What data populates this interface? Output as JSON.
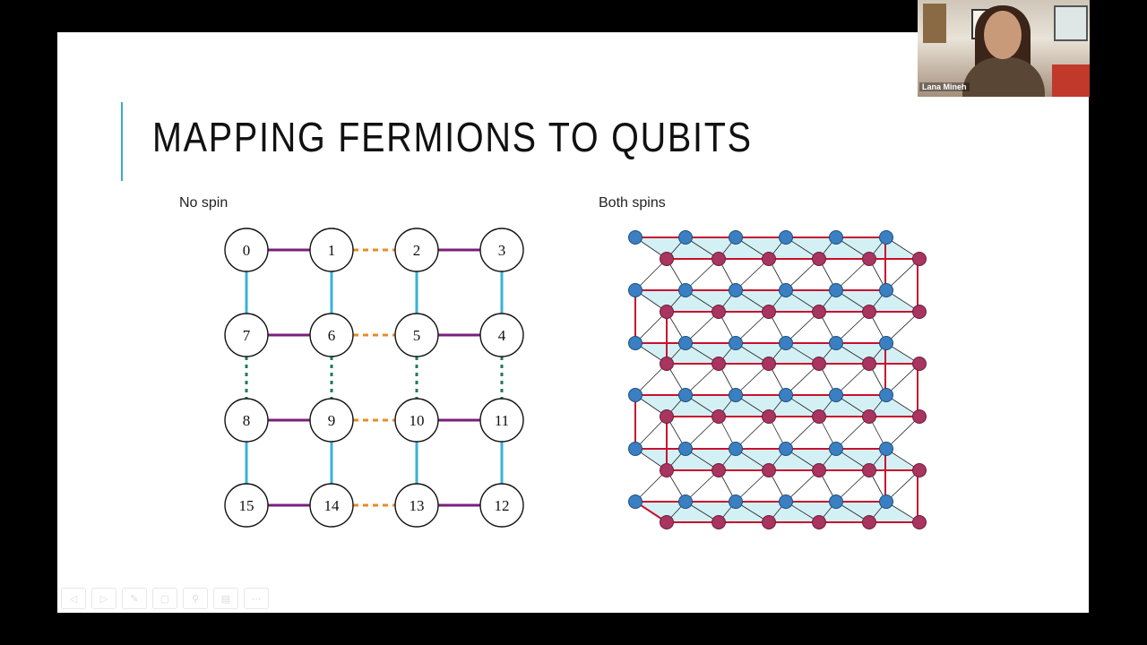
{
  "slide": {
    "title": "MAPPING FERMIONS TO QUBITS",
    "left_label": "No spin",
    "right_label": "Both spins"
  },
  "lattice": {
    "rows": [
      [
        "0",
        "1",
        "2",
        "3"
      ],
      [
        "7",
        "6",
        "5",
        "4"
      ],
      [
        "8",
        "9",
        "10",
        "11"
      ],
      [
        "15",
        "14",
        "13",
        "12"
      ]
    ],
    "colors": {
      "horizontal_solid": "#7a1f7a",
      "horizontal_dashed": "#e98a2a",
      "vertical_solid": "#3ab1d8",
      "vertical_dashed": "#1f7a5c"
    }
  },
  "spin_lattice": {
    "colors": {
      "blue_node": "#3a7fc1",
      "red_node": "#a8345f",
      "red_edge": "#c8102e",
      "fill": "#c8ecf2",
      "thin_edge": "#222222"
    }
  },
  "presenter": {
    "name": "Lana Mineh"
  },
  "controls": [
    "◁",
    "▷",
    "✎",
    "▢",
    "⚲",
    "▤",
    "⋯"
  ]
}
